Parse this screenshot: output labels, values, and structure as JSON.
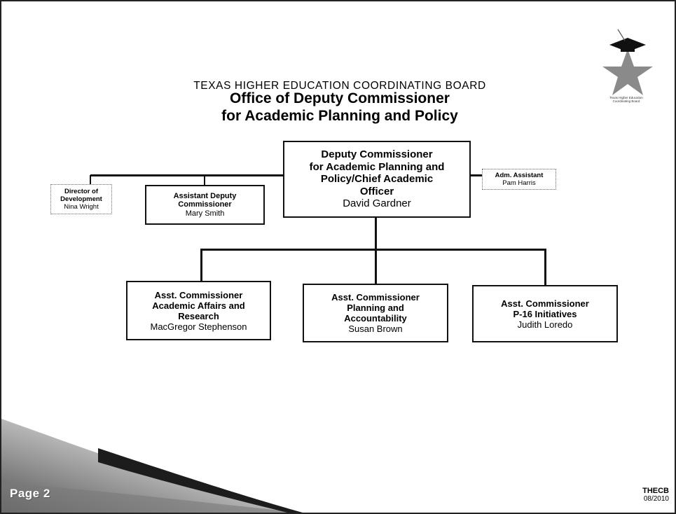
{
  "header": {
    "org_name": "TEXAS HIGHER EDUCATION COORDINATING BOARD",
    "title_line1": "Office of Deputy Commissioner",
    "title_line2": "for Academic Planning and Policy"
  },
  "logo": {
    "icon": "thecb-star-mortarboard-logo",
    "caption_line1": "Texas Higher Education",
    "caption_line2": "Coordinating Board"
  },
  "top": {
    "title_lines": [
      "Deputy Commissioner",
      "for Academic Planning and",
      "Policy/Chief Academic",
      "Officer"
    ],
    "name": "David Gardner"
  },
  "staff": {
    "director": {
      "title_lines": [
        "Director of",
        "Development"
      ],
      "name": "Nina Wright"
    },
    "assistant_deputy": {
      "title_lines": [
        "Assistant Deputy",
        "Commissioner"
      ],
      "name": "Mary Smith"
    },
    "adm_assistant": {
      "title": "Adm. Assistant",
      "name": "Pam Harris"
    }
  },
  "reports": [
    {
      "title_lines": [
        "Asst. Commissioner",
        "Academic Affairs and",
        "Research"
      ],
      "name": "MacGregor Stephenson"
    },
    {
      "title_lines": [
        "Asst. Commissioner",
        "Planning and",
        "Accountability"
      ],
      "name": "Susan Brown"
    },
    {
      "title_lines": [
        "Asst. Commissioner",
        "P-16 Initiatives"
      ],
      "name": "Judith Loredo"
    }
  ],
  "footer": {
    "page_label": "Page 2",
    "agency": "THECB",
    "date": "08/2010"
  },
  "colors": {
    "line": "#111111",
    "swoosh_dark": "#1c1c1c",
    "swoosh_light": "#cfcfcf",
    "star": "#8a8a8a"
  }
}
